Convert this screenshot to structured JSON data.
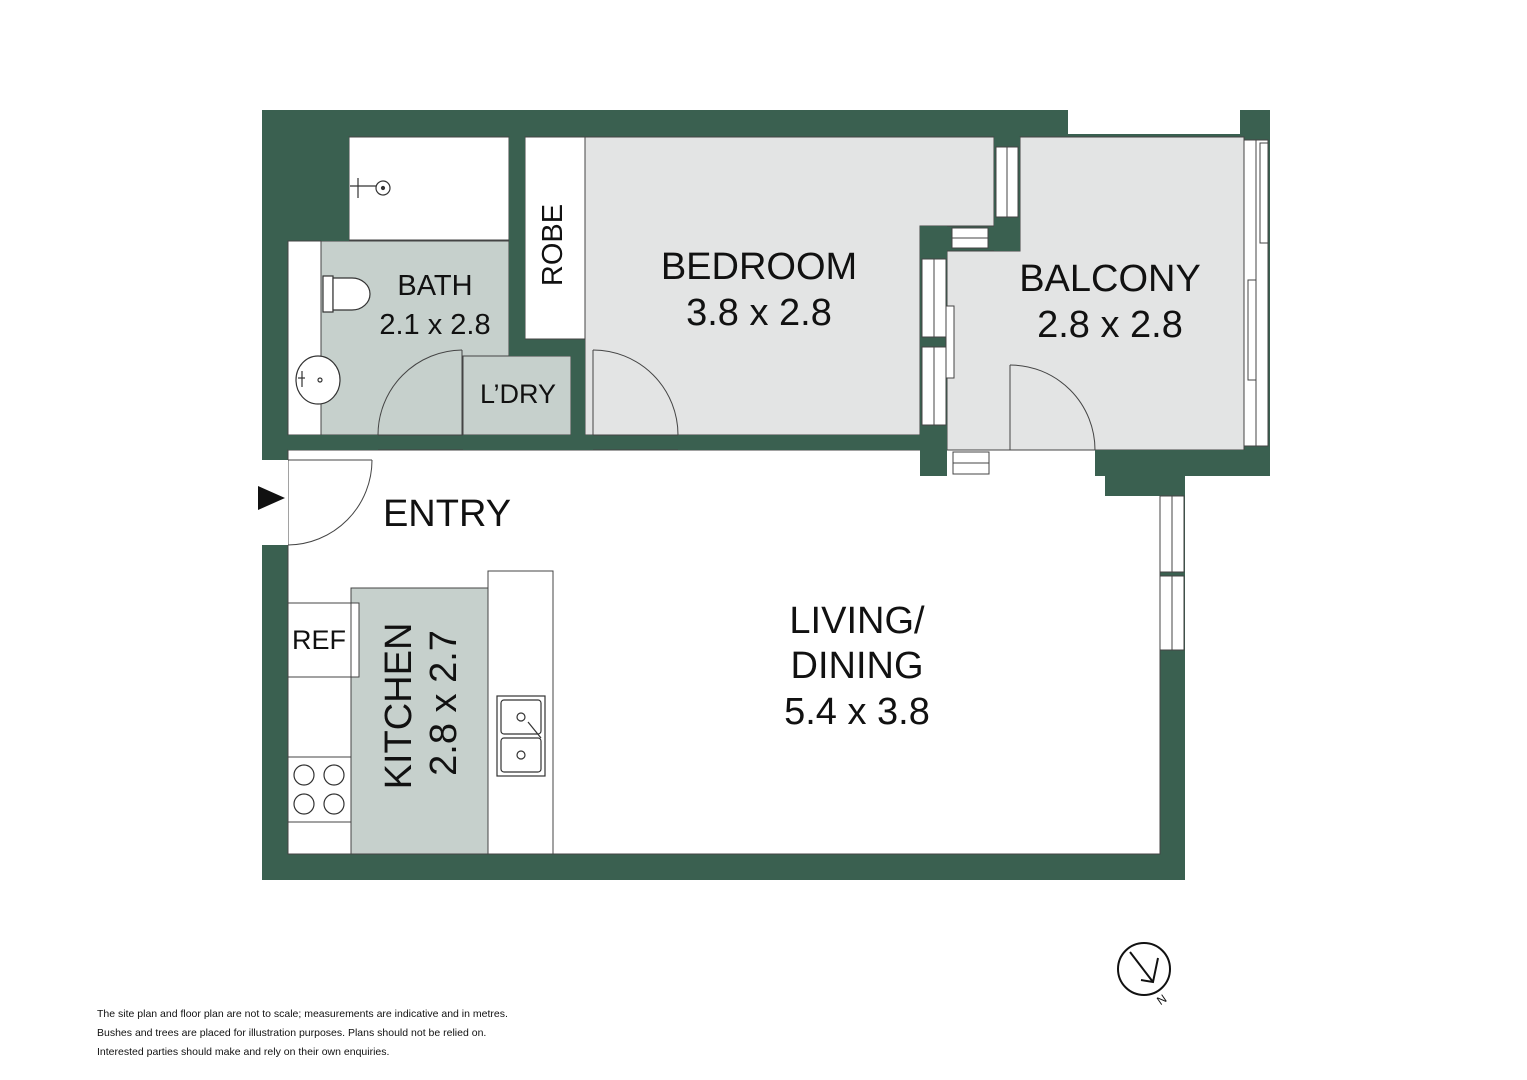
{
  "colors": {
    "wall": "#3a6050",
    "room_grey": "#e3e4e4",
    "wet_area": "#c6d0cc",
    "outline": "#444444",
    "label": "#111111"
  },
  "rooms": {
    "bath": {
      "name": "BATH",
      "size": "2.1 x 2.8"
    },
    "laundry": {
      "name": "L’DRY"
    },
    "robe": {
      "name": "ROBE"
    },
    "bedroom": {
      "name": "BEDROOM",
      "size": "3.8 x 2.8"
    },
    "balcony": {
      "name": "BALCONY",
      "size": "2.8 x 2.8"
    },
    "entry": {
      "name": "ENTRY"
    },
    "living": {
      "name_line1": "LIVING/",
      "name_line2": "DINING",
      "size": "5.4 x 3.8"
    },
    "kitchen": {
      "name": "KITCHEN",
      "size": "2.8 x 2.7"
    },
    "fridge": {
      "name": "REF"
    }
  },
  "compass": {
    "north_label": "N"
  },
  "disclaimer": [
    "The site plan and floor plan are not to scale; measurements are indicative and in metres.",
    "Bushes and trees are placed for illustration purposes. Plans should not be relied on.",
    "Interested parties should make and rely on their own enquiries."
  ]
}
